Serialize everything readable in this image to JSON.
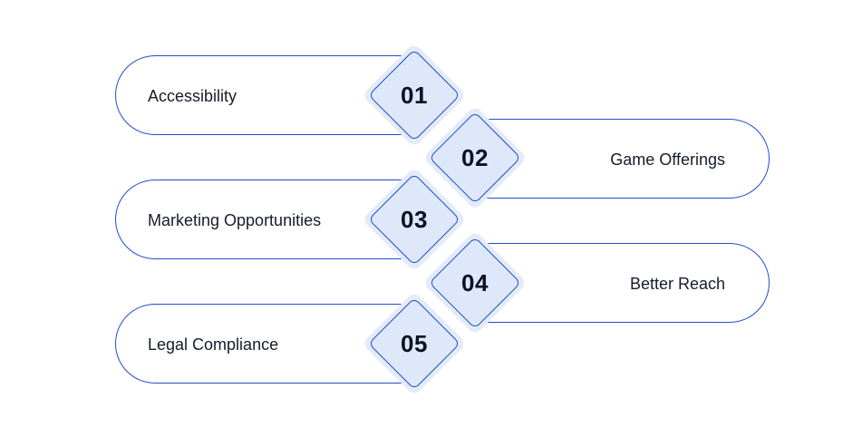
{
  "items": [
    {
      "number": "01",
      "label": "Accessibility"
    },
    {
      "number": "02",
      "label": "Game Offerings"
    },
    {
      "number": "03",
      "label": "Marketing Opportunities"
    },
    {
      "number": "04",
      "label": "Better Reach"
    },
    {
      "number": "05",
      "label": "Legal Compliance"
    }
  ],
  "colors": {
    "outline": "#1f4fc9",
    "diamond_fill": "#dfe7fb",
    "halo": "#e4ebf8",
    "text": "#161c2b"
  }
}
